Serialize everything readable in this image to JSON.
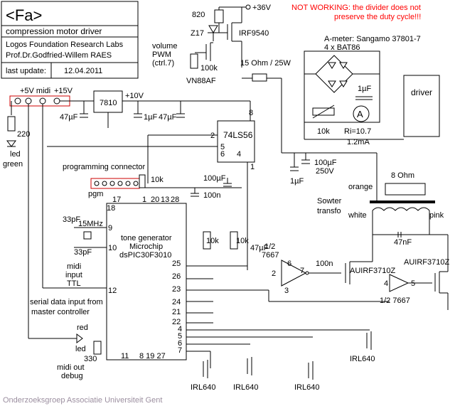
{
  "title_block": {
    "title": "<Fa>",
    "subtitle": "compression motor driver",
    "lab": "Logos Foundation Research Labs",
    "author": "Prof.Dr.Godfried-Willem RAES",
    "update_label": "last update:",
    "update_date": "12.04.2011"
  },
  "warning": {
    "line1": "NOT WORKING: the divider does not",
    "line2": "preserve the duty cycle!!!"
  },
  "footer": "Onderzoeksgroep Associatie Universiteit Gent",
  "supply": {
    "v5_midi": "+5V midi",
    "v15": "+15V",
    "v10": "+10V",
    "v36": "+36V",
    "reg": "7810"
  },
  "labels": {
    "r820": "820",
    "z17": "Z17",
    "irf9540": "IRF9540",
    "volume1": "volume",
    "volume2": "PWM",
    "volume3": "(ctrl.7)",
    "r100k": "100k",
    "vn88af": "VN88AF",
    "r15ohm": "15 Ohm / 25W",
    "ameter1": "A-meter: Sangamo 37801-7",
    "ameter2": "4 x BAT86",
    "c1uf_meter": "1µF",
    "r10k_meter": "10k",
    "ri": "Ri=10.7",
    "i12ma": "1.2mA",
    "ameter_symbol": "A",
    "driver": "driver",
    "c47uf_a": "47µF",
    "c1uf_a": "1µF",
    "c47uf_b": "47µF",
    "r220": "220",
    "led_green1": "led",
    "led_green2": "green",
    "ls56": "74LS56",
    "p2": "2",
    "p5": "5",
    "p6": "6",
    "p4": "4",
    "p8": "8",
    "p1": "1",
    "c100uf250": "100µF",
    "v250": "250V",
    "c1uf_b": "1µF",
    "ohm8": "8 Ohm",
    "orange": "orange",
    "sowter1": "Sowter",
    "sowter2": "transfo",
    "white": "white",
    "pink": "pink",
    "c47nf": "47nF",
    "prog_conn": "programming connector",
    "r10k_a": "10k",
    "c100uf_b": "100µF",
    "c100n": "100n",
    "pgm": "pgm",
    "pin17": "17",
    "pin18": "18",
    "pin1": "1",
    "pin20": "20",
    "pin13": "13",
    "pin28": "28",
    "c33pf_a": "33pF",
    "xtal": "15MHz",
    "c33pf_b": "33pF",
    "pin9": "9",
    "pin10": "10",
    "tone1": "tone generator",
    "tone2": "Microchip",
    "tone3": "dsPIC30F3010",
    "midi1": "midi",
    "midi2": "input",
    "midi3": "TTL",
    "pin12": "12",
    "serial1": "serial data input from",
    "serial2": "master controller",
    "r10k_b": "10k",
    "r10k_c": "10k",
    "c47uf_c": "47µF",
    "half7667a_1": "1/2",
    "half7667a_2": "7667",
    "p7667_2": "2",
    "p7667_6": "6",
    "p7667_7": "7",
    "p7667_3": "3",
    "c100n_b": "100n",
    "auirf_a": "AUIRF3710Z",
    "auirf_b": "AUIRF3710Z",
    "p7667_4": "4",
    "p7667_5": "5",
    "half7667b": "1/2 7667",
    "pin25": "25",
    "pin26": "26",
    "pin23": "23",
    "pin24": "24",
    "pin21": "21",
    "pin22": "22",
    "pin4": "4",
    "pin5": "5",
    "pin6": "6",
    "pin7": "7",
    "pin11": "11",
    "pin8_19_27": "8 19 27",
    "led_red1": "red",
    "led_red2": "led",
    "r330": "330",
    "midiout1": "midi out",
    "midiout2": "debug",
    "irl640_a": "IRL640",
    "irl640_b": "IRL640",
    "irl640_c": "IRL640",
    "irl640_d": "IRL640"
  },
  "colors": {
    "warning": "#ff0000",
    "footer": "#9c8fa0",
    "ink": "#000000",
    "header_highlight": "#cc0000"
  }
}
